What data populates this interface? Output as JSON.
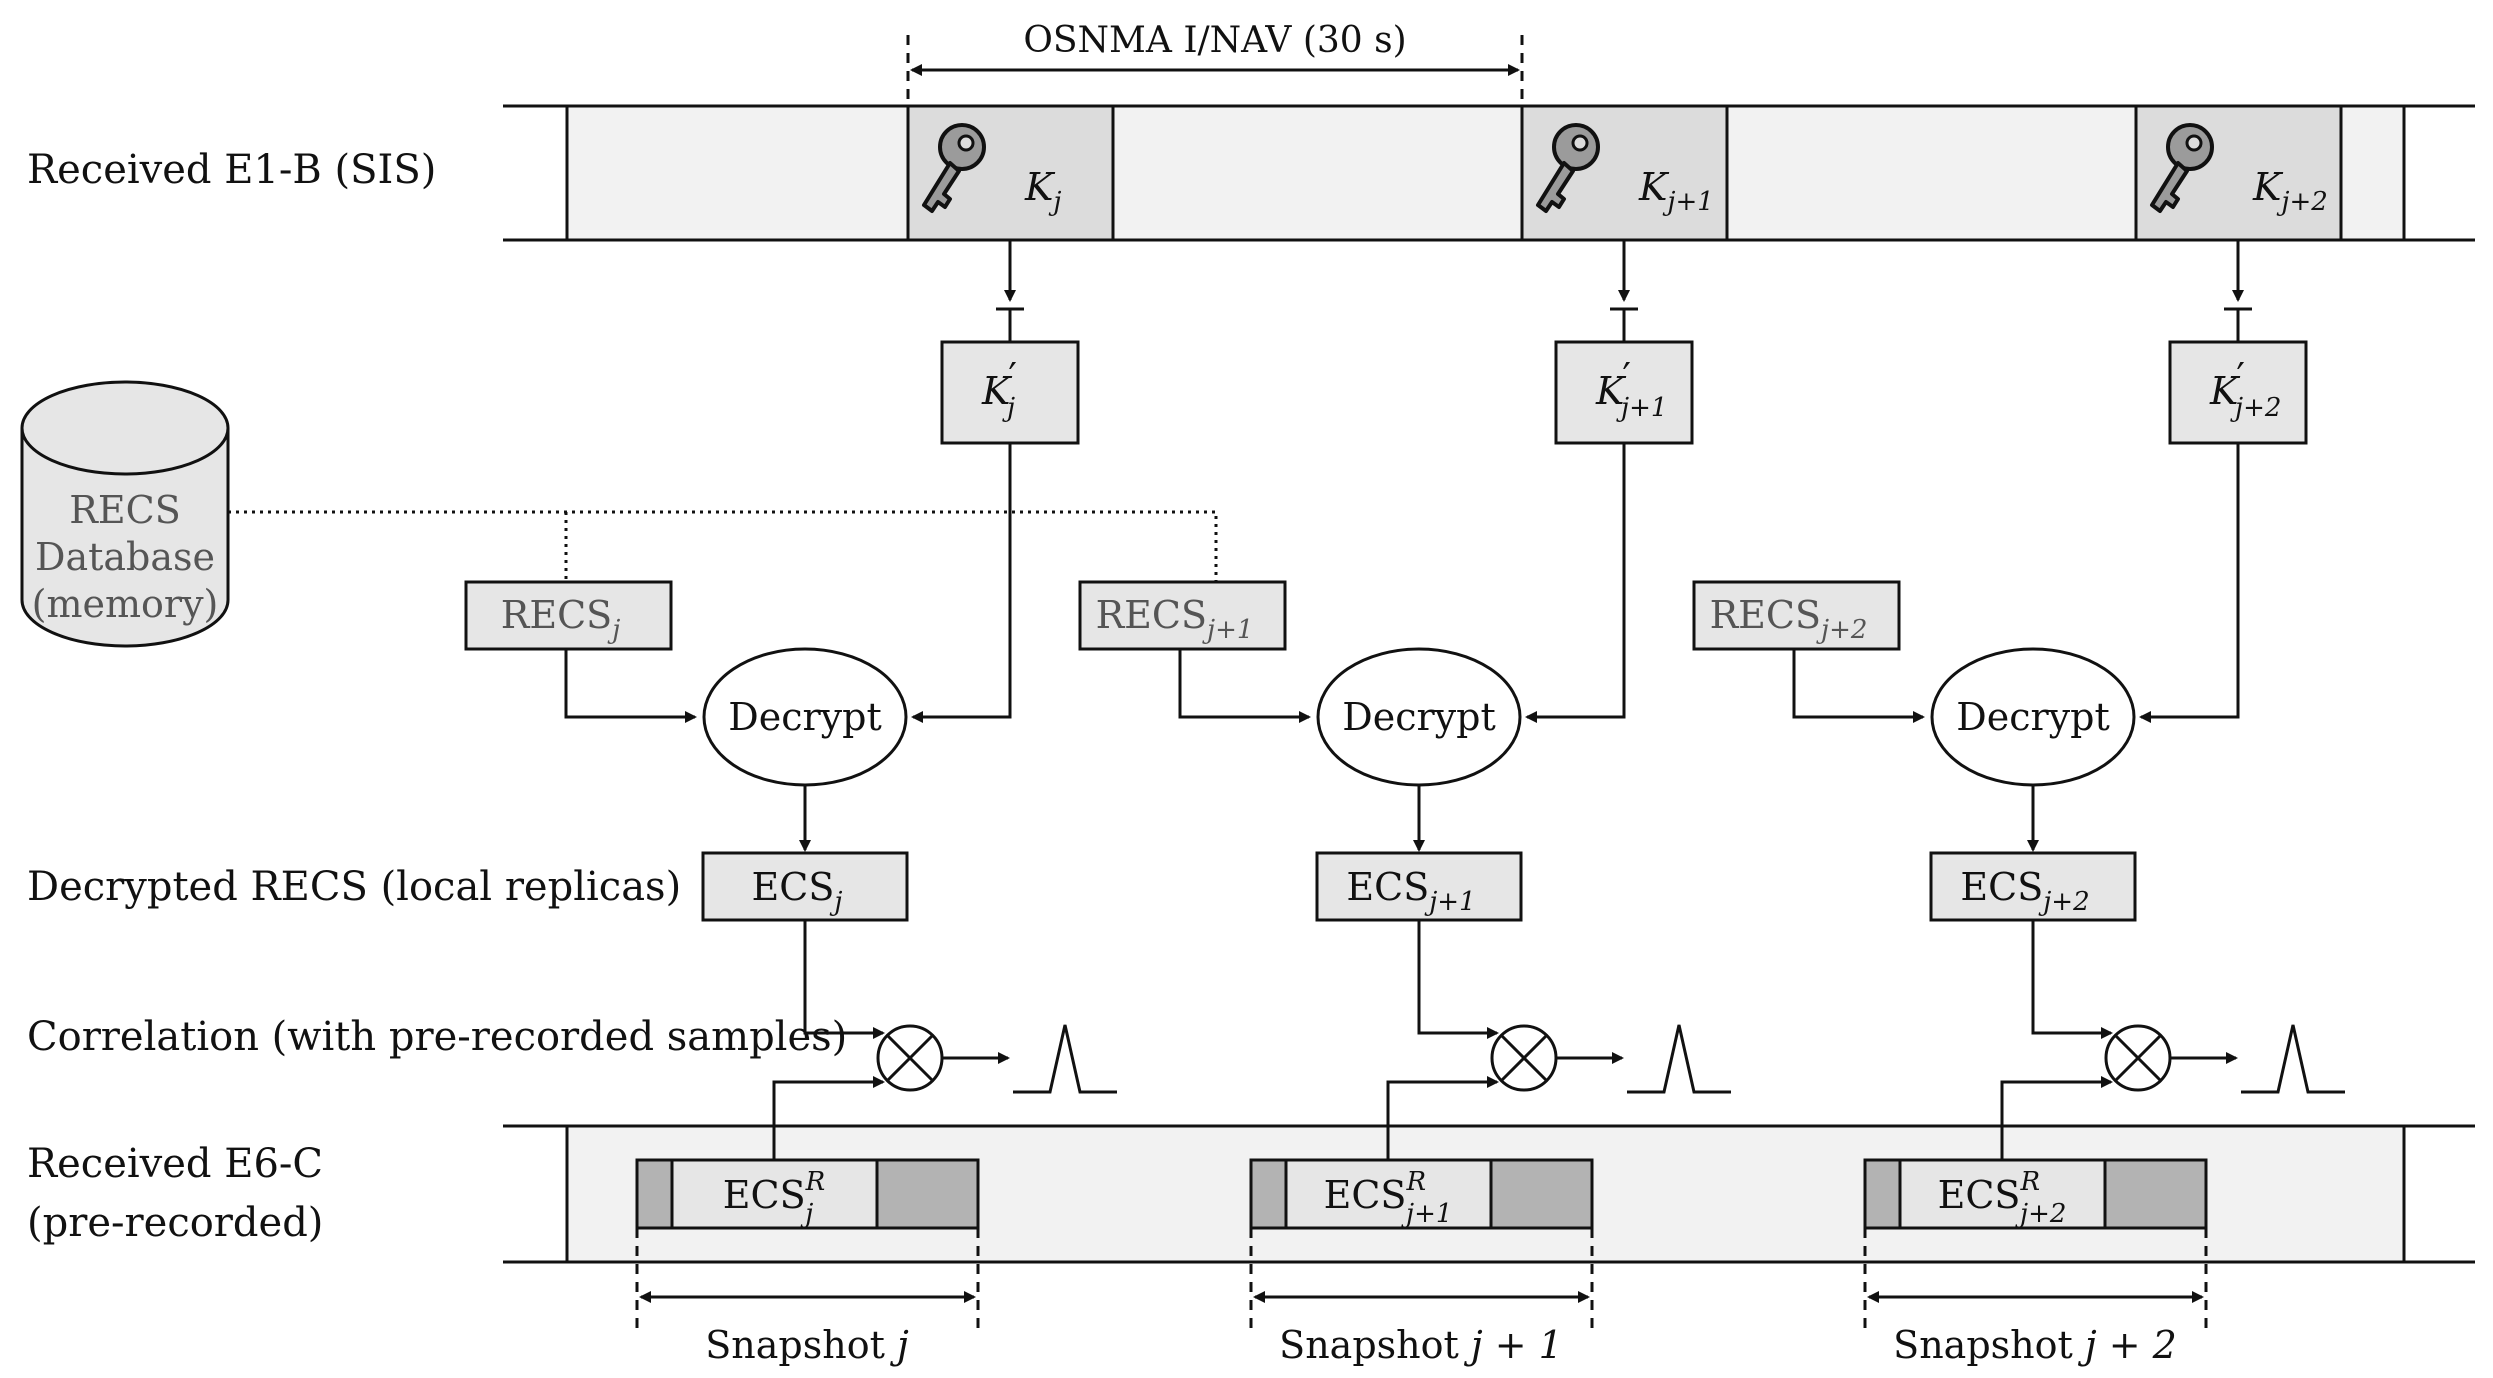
{
  "labels": {
    "row_e1b": "Received E1-B (SIS)",
    "row_decrypted": "Decrypted RECS (local replicas)",
    "row_correlation": "Correlation (with pre-recorded samples)",
    "row_e6c_line1": "Received E6-C",
    "row_e6c_line2": "(pre-recorded)",
    "osnma_span": "OSNMA I/NAV (30 s)",
    "database_line1": "RECS",
    "database_line2": "Database",
    "database_line3": "(memory)",
    "decrypt": "Decrypt",
    "key_base": "K",
    "recs_base": "RECS",
    "ecs_base": "ECS",
    "ecs_superscript": "R",
    "snapshot_base": "Snapshot"
  },
  "columns": [
    {
      "sub": "j",
      "snapshot_index": "j"
    },
    {
      "sub": "j+1",
      "snapshot_index": "j + 1"
    },
    {
      "sub": "j+2",
      "snapshot_index": "j + 2"
    }
  ],
  "icons": {
    "key": "key-icon",
    "multiply": "correlator-icon",
    "peak": "correlation-peak-icon",
    "database": "database-cylinder-icon"
  },
  "colors": {
    "band_fill": "#f2f2f2",
    "key_segment_fill": "#dcdcdc",
    "box_fill": "#e6e6e6",
    "ecs_dark": "#b3b3b3",
    "line": "#111111",
    "muted_text": "#555555"
  }
}
